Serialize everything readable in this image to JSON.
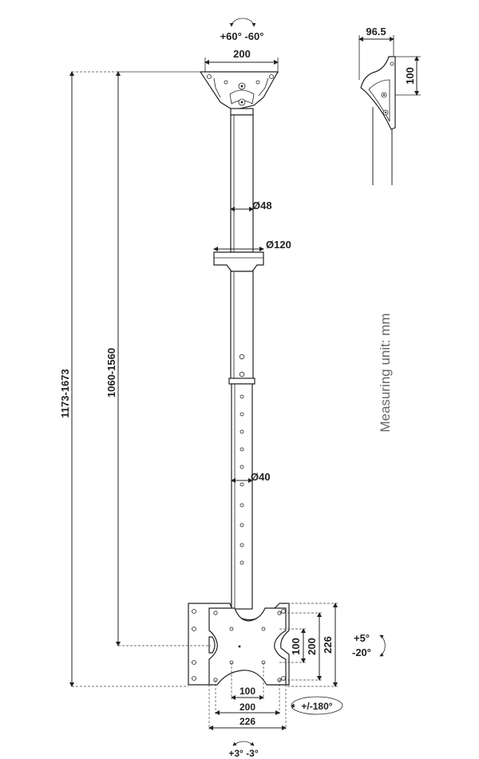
{
  "labels": {
    "ceiling_rotation": "+60°  -60°",
    "ceiling_plate_width": "200",
    "side_width": "96.5",
    "side_height": "100",
    "upper_tube_diameter": "Ø48",
    "collar_diameter": "Ø120",
    "lower_tube_diameter": "Ø40",
    "total_height": "1173-1673",
    "pole_height": "1060-1560",
    "measuring_unit": "Measuring unit: mm",
    "vesa_h_100": "100",
    "vesa_h_200": "200",
    "vesa_h_226": "226",
    "vesa_w_100": "100",
    "vesa_w_200": "200",
    "vesa_w_226": "226",
    "tilt": "+5°\n-20°",
    "tilt_up": "+5°",
    "tilt_down": "-20°",
    "swivel": "+/-180°",
    "level": "+3°  -3°"
  },
  "colors": {
    "line": "#222222",
    "unit_text": "#666666",
    "background": "#ffffff"
  }
}
